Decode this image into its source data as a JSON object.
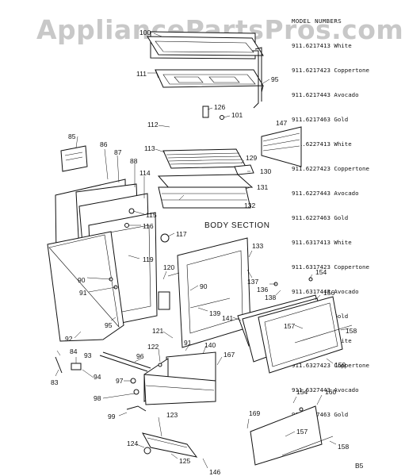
{
  "watermark": "AppliancePartsPros.com",
  "models": {
    "header": "MODEL NUMBERS",
    "rows": [
      "911.6217413 White",
      "911.6217423 Coppertone",
      "911.6217443 Avocado",
      "911.6217463 Gold",
      "911.6227413 White",
      "911.6227423 Coppertone",
      "911.6227443 Avocado",
      "911.6227463 Gold",
      "911.6317413 White",
      "911.6317423 Coppertone",
      "911.6317443 Avocado",
      "911.6317463 Gold",
      "911.6327413 White",
      "911.6327423 Coppertone",
      "911.6327443 Avocado",
      "911.6327463 Gold"
    ]
  },
  "section_title": "BODY SECTION",
  "page_code": "B5",
  "callouts": {
    "c100": "100",
    "c111": "111",
    "c95a": "95",
    "c126": "126",
    "c101": "101",
    "c112": "112",
    "c147": "147",
    "c113": "113",
    "c129": "129",
    "c130": "130",
    "c131": "131",
    "c132": "132",
    "c85": "85",
    "c86": "86",
    "c87": "87",
    "c88": "88",
    "c114": "114",
    "c115": "115",
    "c116": "116",
    "c117": "117",
    "c119": "119",
    "c133": "133",
    "c120": "120",
    "c90a": "90",
    "c90b": "90",
    "c91a": "91",
    "c137": "137",
    "c136": "136",
    "c138": "138",
    "c154a": "154",
    "c156": "156",
    "c139": "139",
    "c141": "141",
    "c157a": "157",
    "c158a": "158",
    "c92": "92",
    "c95b": "95",
    "c121": "121",
    "c159": "159",
    "c84": "84",
    "c93": "93",
    "c91b": "91",
    "c122": "122",
    "c140": "140",
    "c167": "167",
    "c96": "96",
    "c94": "94",
    "c83": "83",
    "c97": "97",
    "c98": "98",
    "c154b": "154",
    "c160": "160",
    "c169": "169",
    "c99": "99",
    "c123": "123",
    "c157b": "157",
    "c158b": "158",
    "c124": "124",
    "c125": "125",
    "c146": "146"
  }
}
